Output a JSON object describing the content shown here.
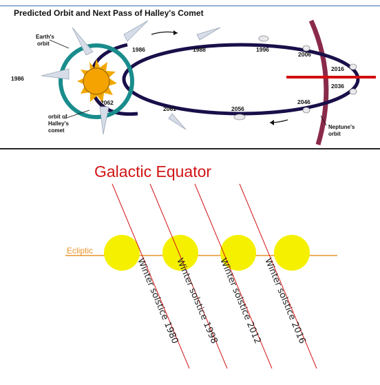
{
  "top": {
    "title": "Predicted Orbit and Next Pass of Halley's Comet",
    "labels": {
      "earths_orbit": [
        "Earth's",
        "orbit"
      ],
      "orbit_of_halleys": [
        "orbit of",
        "Halley's",
        "comet"
      ],
      "neptunes_orbit": [
        "Neptune's",
        "orbit"
      ]
    },
    "years": {
      "y1986_left": "1986",
      "y2062": "2062",
      "y1986": "1986",
      "y1988": "1988",
      "y1996": "1996",
      "y2006": "2006",
      "y2016": "2016",
      "y2036": "2036",
      "y2046": "2046",
      "y2056": "2056",
      "y2061": "2061"
    },
    "colors": {
      "halley_orbit": "#1a0f4a",
      "earth_orbit": "#1a8c8c",
      "neptune_orbit": "#8a2a4a",
      "sun": "#f2a800",
      "marker": "#d10f0f"
    }
  },
  "bottom": {
    "title": "Galactic Equator",
    "ecliptic_label": "Ecliptic",
    "solstices": [
      "Winter solstice 1980",
      "Winter solstice 1998",
      "Winter solstice 2012",
      "Winter solstice 2016"
    ],
    "colors": {
      "title": "#d21414",
      "galactic_line": "#d21414",
      "ecliptic": "#e8932a",
      "sun": "#f5f000"
    }
  }
}
